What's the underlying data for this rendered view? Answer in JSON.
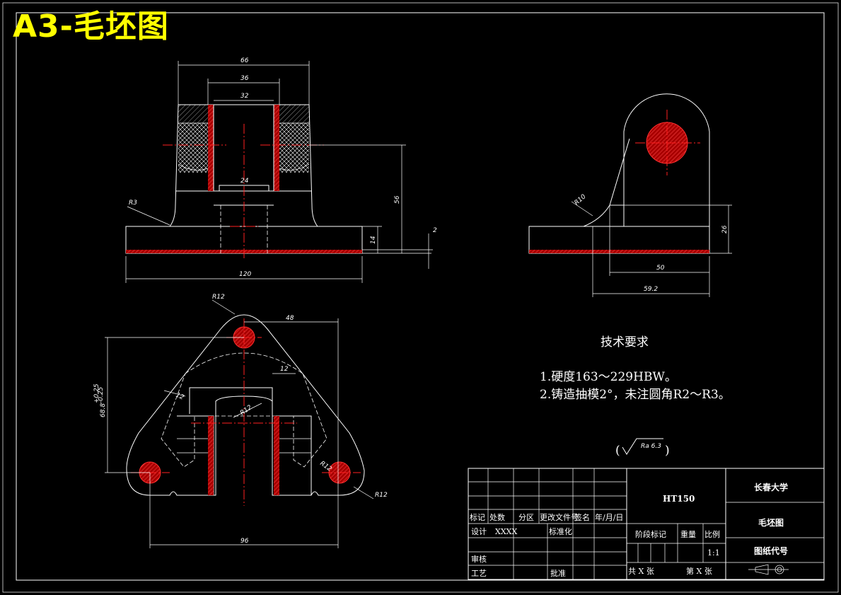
{
  "sheet_title": "A3-毛坯图",
  "dimensions": {
    "d66": "66",
    "d36": "36",
    "d32": "32",
    "d24": "24",
    "d56": "56",
    "d14": "14",
    "d2": "2",
    "d120": "120",
    "r3": "R3",
    "r10": "R10",
    "d26": "26",
    "d50": "50",
    "d59": "59.2",
    "r12a": "R12",
    "d48": "48",
    "d12a": "12",
    "d12b": "12",
    "r12b": "R12",
    "r12c": "R12",
    "r12d": "R12",
    "d68": "68.8",
    "d68tol_up": "+0.25",
    "d68tol_dn": "-0.25",
    "d96": "96"
  },
  "tech_req": {
    "title": "技术要求",
    "line1": "1.硬度163～229HBW。",
    "line2": "2.铸造抽模2°，未注圆角R2～R3。"
  },
  "roughness": {
    "label": "Ra 6.3",
    "open": "(",
    "close": ")"
  },
  "title_block": {
    "material": "HT150",
    "university": "长春大学",
    "drawing_name": "毛坯图",
    "drawing_code": "图纸代号",
    "hdr": [
      "标记",
      "处数",
      "分区",
      "更改文件号",
      "签名",
      "年/月/日"
    ],
    "design": "设计",
    "designer": "XXXX",
    "standard": "标准化",
    "review": "审核",
    "process": "工艺",
    "approve": "批准",
    "stage": "阶段标记",
    "weight": "重量",
    "scale_label": "比例",
    "scale": "1:1",
    "total_sheets": "共 X 张",
    "sheet_no": "第 X 张"
  }
}
